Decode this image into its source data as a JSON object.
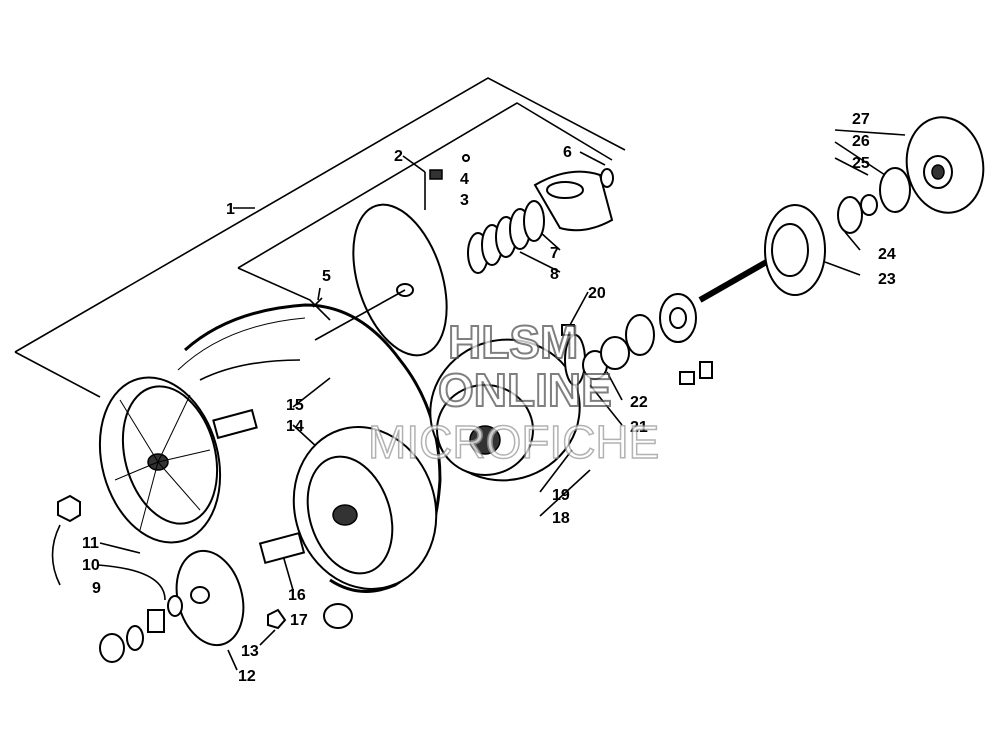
{
  "diagram": {
    "callouts": [
      "1",
      "2",
      "3",
      "4",
      "5",
      "6",
      "7",
      "8",
      "9",
      "10",
      "11",
      "12",
      "13",
      "14",
      "15",
      "16",
      "17",
      "18",
      "19",
      "20",
      "21",
      "22",
      "23",
      "24",
      "25",
      "26",
      "27"
    ]
  },
  "watermark": {
    "line1": "HLSM",
    "line2": "ONLINE",
    "line3": "MICROFICHE"
  }
}
